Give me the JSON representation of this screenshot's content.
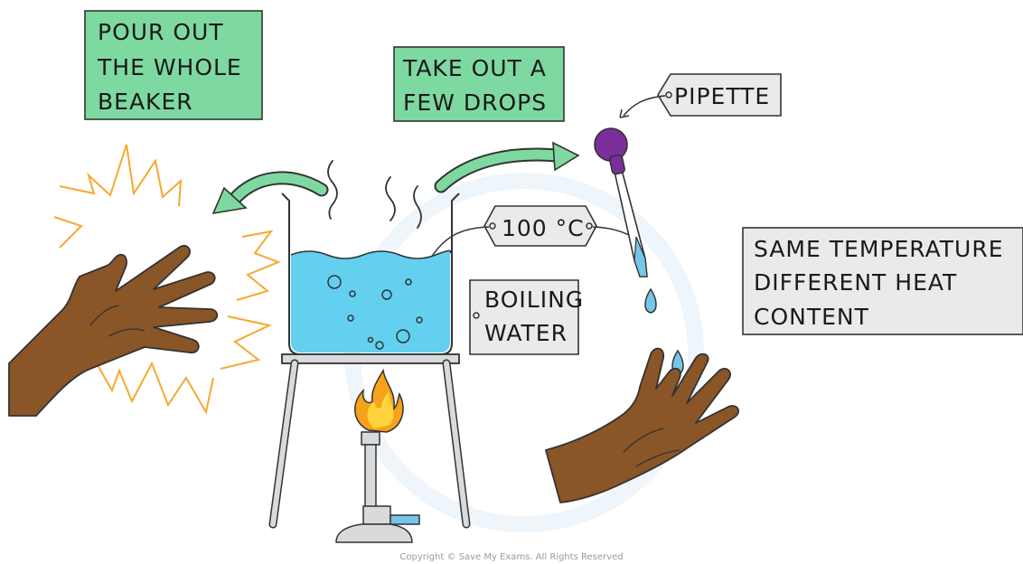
{
  "labels": {
    "pour_out": [
      "POUR OUT",
      "THE WHOLE",
      "BEAKER"
    ],
    "take_out": [
      "TAKE OUT A",
      "FEW DROPS"
    ],
    "pipette": "PIPETTE",
    "temperature": "100 °C",
    "boiling_water": [
      "BOILING",
      "WATER"
    ],
    "same_temperature": [
      "SAME TEMPERATURE",
      "DIFFERENT HEAT",
      "CONTENT"
    ]
  },
  "copyright": "Copyright © Save My Exams. All Rights Reserved",
  "colors": {
    "green_box": "#7ed9a0",
    "tag_fill": "#eaeaea",
    "water": "#63d0f0",
    "skin": "#8a5527",
    "pipette_bulb": "#7b2f9a",
    "flame_orange": "#f7a21b",
    "flame_yellow": "#ffd43b",
    "burn_lines": "#f7a830"
  }
}
